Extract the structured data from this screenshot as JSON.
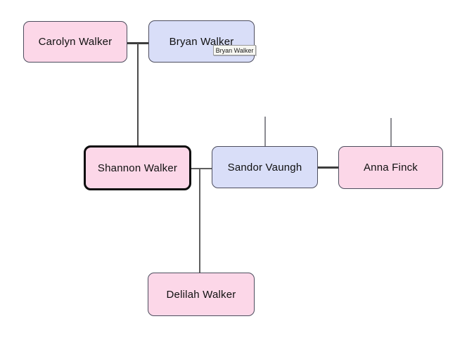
{
  "diagram": {
    "kind": "family-tree",
    "people": [
      {
        "name": "Carolyn Walker",
        "fill": "pink"
      },
      {
        "name": "Bryan Walker",
        "fill": "lavender"
      },
      {
        "name": "Shannon Walker",
        "fill": "pink",
        "selected": true
      },
      {
        "name": "Sandor Vaungh",
        "fill": "lavender"
      },
      {
        "name": "Anna Finck",
        "fill": "pink"
      },
      {
        "name": "Delilah Walker",
        "fill": "pink"
      }
    ],
    "tooltip": {
      "text": "Bryan Walker"
    },
    "colors": {
      "background": "#ffffff",
      "female_fill": "#fcd7e8",
      "male_fill": "#d9def8",
      "node_border": "#4d4d5e",
      "selected_border": "#0c0c0c",
      "spouse_line": "#3d3d3d",
      "child_line": "#5f5f5f",
      "ancestry_stub_line": "#8c8c92",
      "tooltip_bg": "#f7f7f2",
      "tooltip_border": "#9a9a9a"
    }
  }
}
